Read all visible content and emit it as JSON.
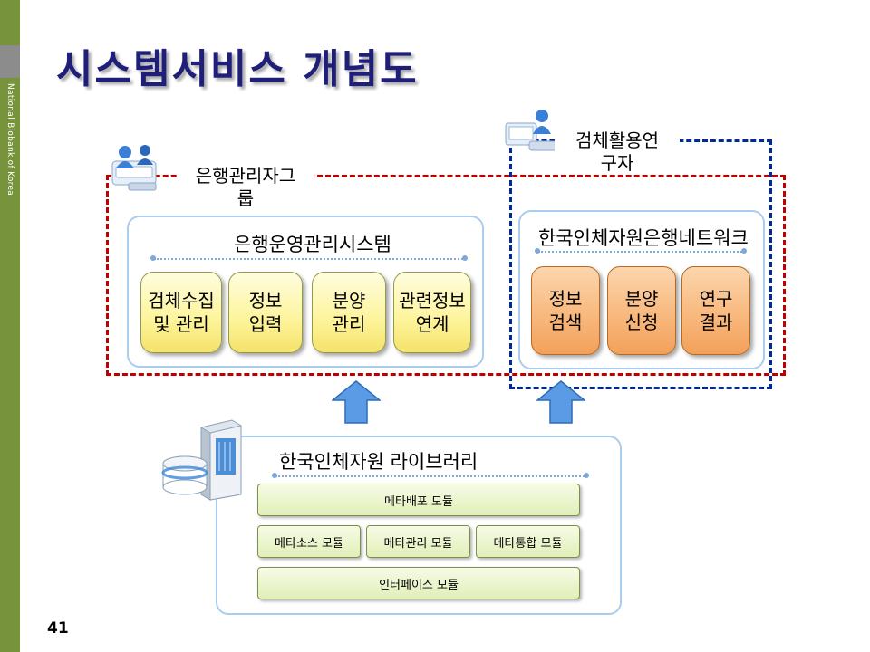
{
  "sidebar": {
    "org_text": "National Biobank of Korea"
  },
  "title": "시스템서비스 개념도",
  "page_number": "41",
  "groups": {
    "bank_admin": {
      "label": "은행관리자그\n룹",
      "icon": "user-group-icon"
    },
    "researcher": {
      "label": "검체활용연\n구자",
      "icon": "computer-user-icon"
    }
  },
  "bank_system": {
    "title": "은행운영관리시스템",
    "modules": [
      "검체수집\n및 관리",
      "정보\n입력",
      "분양\n관리",
      "관련정보\n연계"
    ]
  },
  "network": {
    "title": "한국인체자원은행네트워크",
    "modules": [
      "정보\n검색",
      "분양\n신청",
      "연구\n결과"
    ]
  },
  "library": {
    "title": "한국인체자원 라이브러리",
    "icon": "server-database-icon",
    "row1": "메타배포 모듈",
    "row2": [
      "메타소스 모듈",
      "메타관리 모듈",
      "메타통합 모듈"
    ],
    "row3": "인터페이스 모듈"
  },
  "colors": {
    "sidebar": "#77933c",
    "title": "#1f1f7a",
    "red_dash": "#c00000",
    "blue_dash": "#002a9c",
    "arrow": "#4f8fdf"
  }
}
